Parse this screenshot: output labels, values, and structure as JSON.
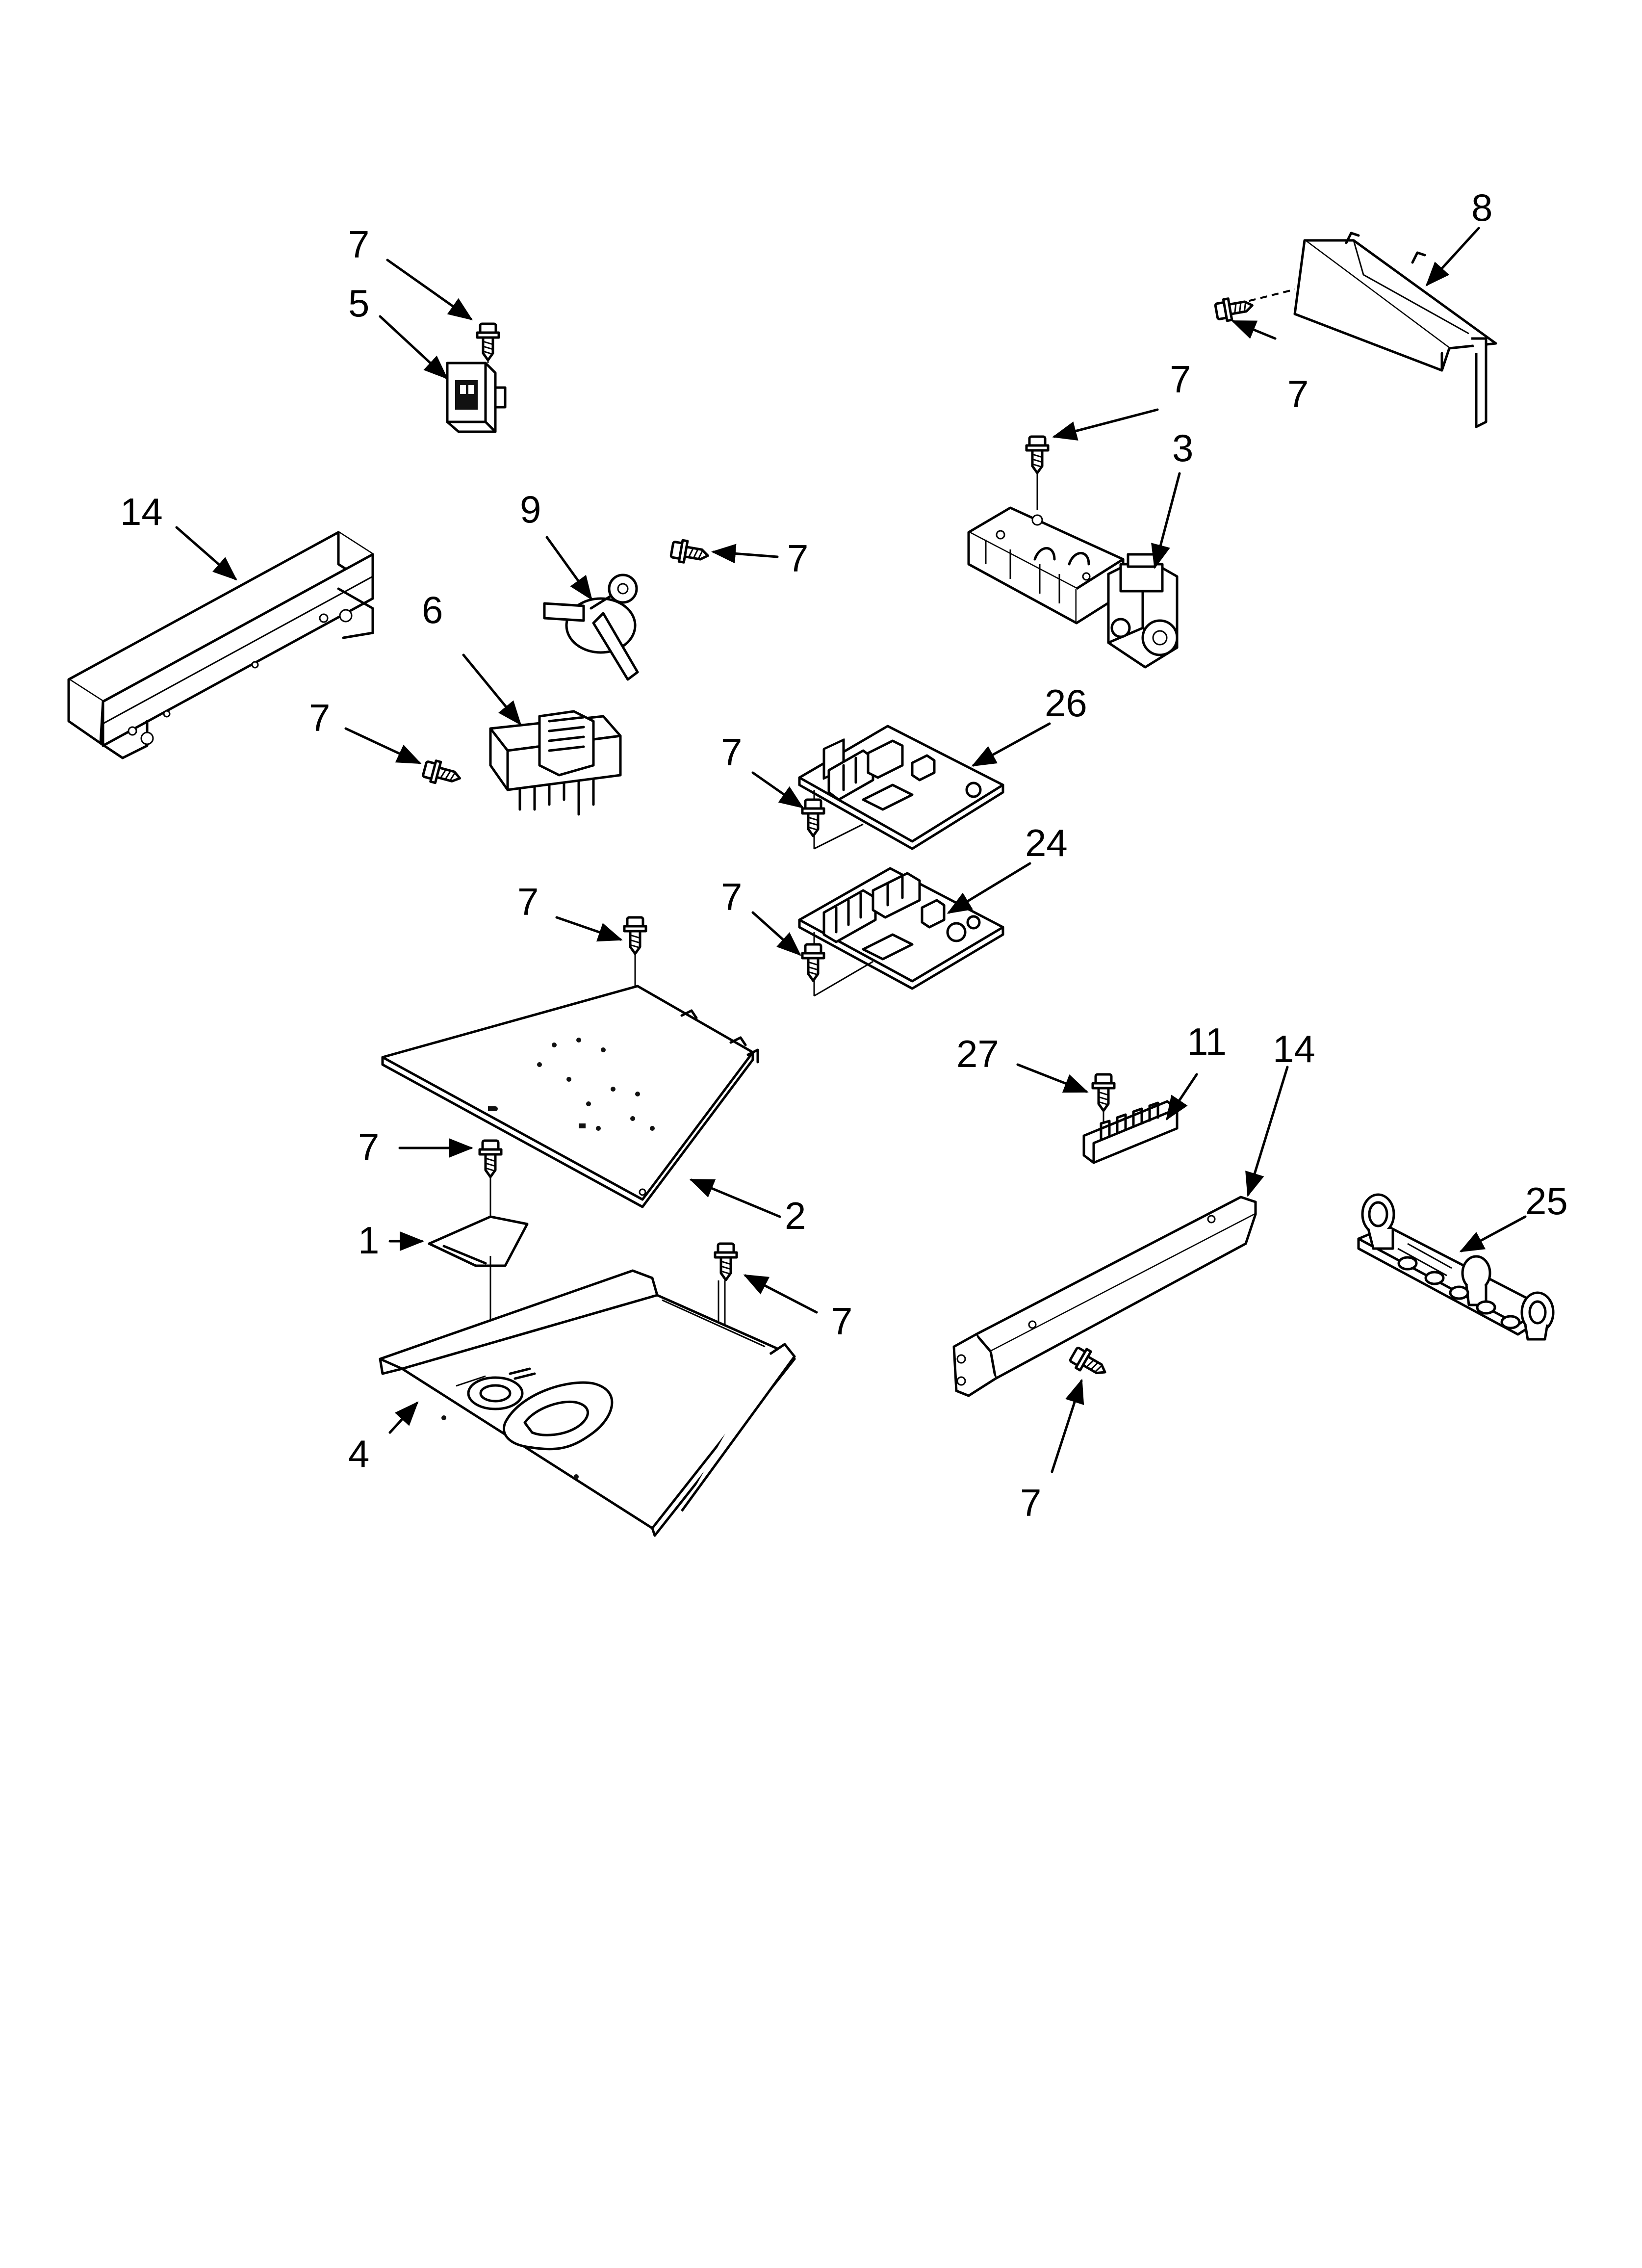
{
  "diagram": {
    "part_labels": {
      "p1": "1",
      "p2": "2",
      "p3": "3",
      "p4": "4",
      "p5": "5",
      "p6": "6",
      "p7": "7",
      "p8": "8",
      "p9": "9",
      "p11": "11",
      "p14": "14",
      "p24": "24",
      "p25": "25",
      "p26": "26",
      "p27": "27"
    }
  }
}
